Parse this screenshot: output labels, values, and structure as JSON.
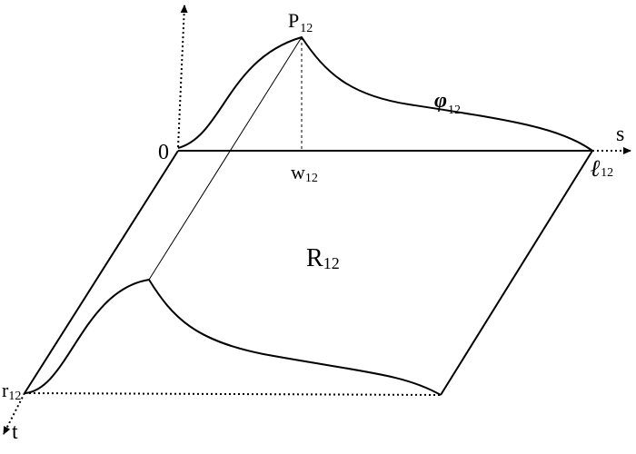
{
  "labels": {
    "origin": "0",
    "s_axis": "s",
    "t_axis": "t",
    "peak": {
      "main": "P",
      "sub": "12"
    },
    "w": {
      "main": "w",
      "sub": "12"
    },
    "l": {
      "main": "ℓ",
      "sub": "12"
    },
    "phi": {
      "main": "φ",
      "sub": "12"
    },
    "region": {
      "main": "R",
      "sub": "12"
    },
    "r": {
      "main": "r",
      "sub": "12"
    }
  }
}
